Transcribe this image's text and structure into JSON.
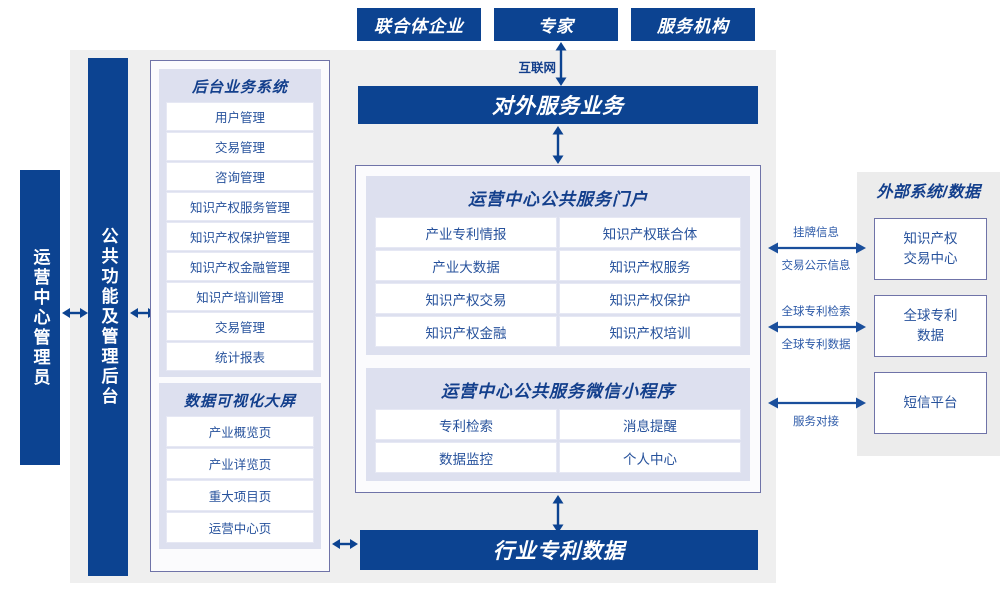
{
  "diagram": {
    "title_top_row": [
      {
        "label": "联合体企业"
      },
      {
        "label": "专家"
      },
      {
        "label": "服务机构"
      }
    ],
    "internet_label": "互联网",
    "external_service_bar": "对外服务业务",
    "industry_data_bar": "行业专利数据",
    "left_bars": [
      {
        "label": "运营中心管理员"
      },
      {
        "label": "公共功能及管理后台"
      }
    ],
    "backend_group": {
      "title": "后台业务系统",
      "items": [
        "用户管理",
        "交易管理",
        "咨询管理",
        "知识产权服务管理",
        "知识产权保护管理",
        "知识产权金融管理",
        "知识产培训管理",
        "交易管理",
        "统计报表"
      ]
    },
    "visualization_group": {
      "title": "数据可视化大屏",
      "items": [
        "产业概览页",
        "产业详览页",
        "重大项目页",
        "运营中心页"
      ]
    },
    "portal_group": {
      "title": "运营中心公共服务门户",
      "items": [
        "产业专利情报",
        "知识产权联合体",
        "产业大数据",
        "知识产权服务",
        "知识产权交易",
        "知识产权保护",
        "知识产权金融",
        "知识产权培训"
      ]
    },
    "miniprogram_group": {
      "title": "运营中心公共服务微信小程序",
      "items": [
        "专利检索",
        "消息提醒",
        "数据监控",
        "个人中心"
      ]
    },
    "external": {
      "title": "外部系统/数据",
      "boxes": [
        {
          "label": "知识产权\n交易中心",
          "line1": "知识产权",
          "line2": "交易中心"
        },
        {
          "label": "全球专利\n数据",
          "line1": "全球专利",
          "line2": "数据"
        },
        {
          "label": "短信平台",
          "line1": "短信平台",
          "line2": ""
        }
      ],
      "connectors": [
        {
          "above": "挂牌信息",
          "below": "交易公示信息"
        },
        {
          "above": "全球专利检索",
          "below": "全球专利数据"
        },
        {
          "above": "",
          "below": "服务对接"
        }
      ]
    },
    "colors": {
      "primary_blue": "#0c4391",
      "text_blue": "#27529c",
      "panel_border": "#6f73a8",
      "group_bg": "#dde0ef",
      "stage_bg": "#efefef",
      "external_bg": "#ececec"
    }
  }
}
